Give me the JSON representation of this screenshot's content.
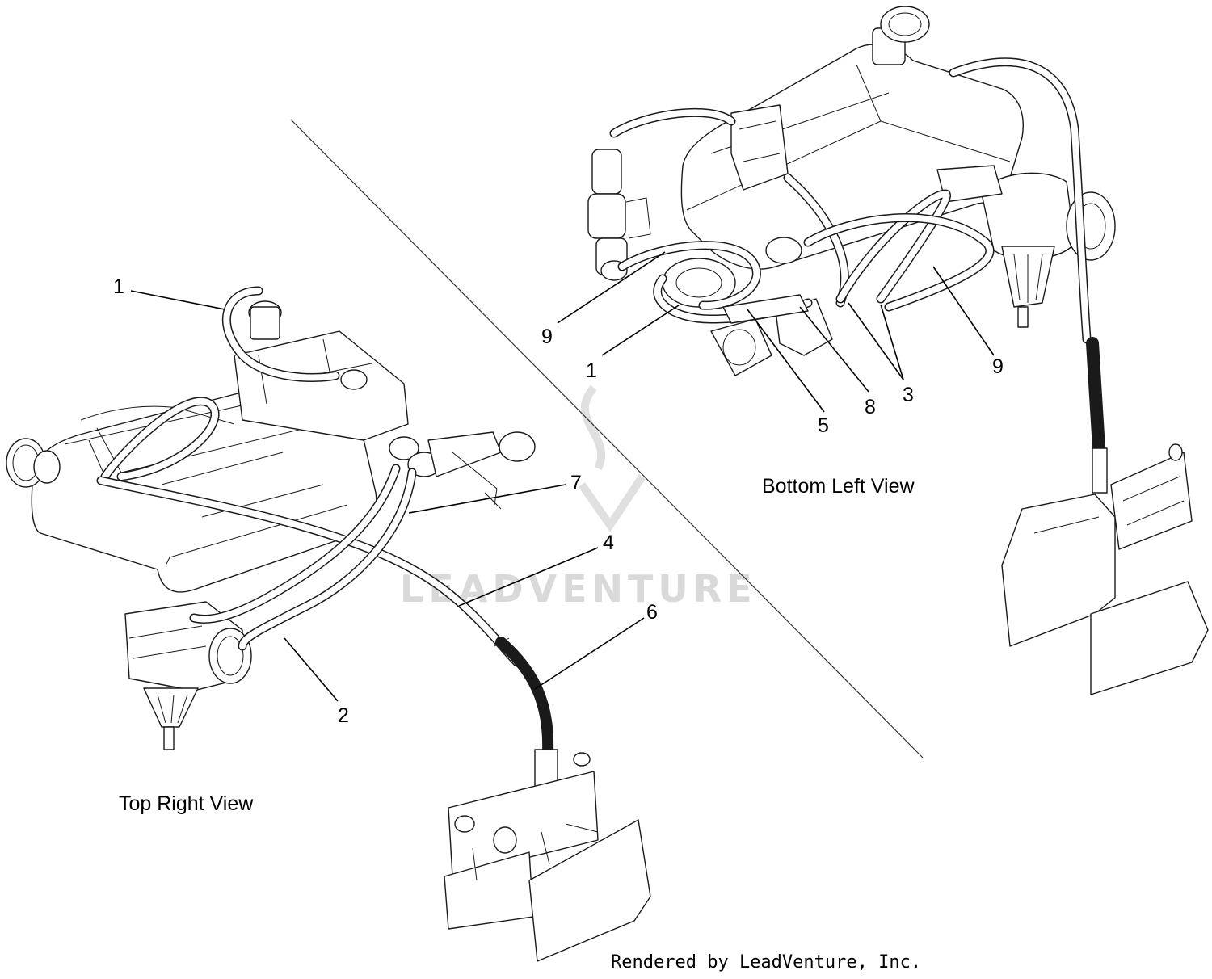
{
  "views": {
    "top_right": "Top Right View",
    "bottom_left": "Bottom Left View"
  },
  "callouts": {
    "top_right": [
      "1",
      "7",
      "4",
      "6",
      "2"
    ],
    "bottom_left": [
      "9",
      "1",
      "5",
      "8",
      "3",
      "9"
    ]
  },
  "watermark": "LEADVENTURE",
  "footer": "Rendered by LeadVenture, Inc."
}
